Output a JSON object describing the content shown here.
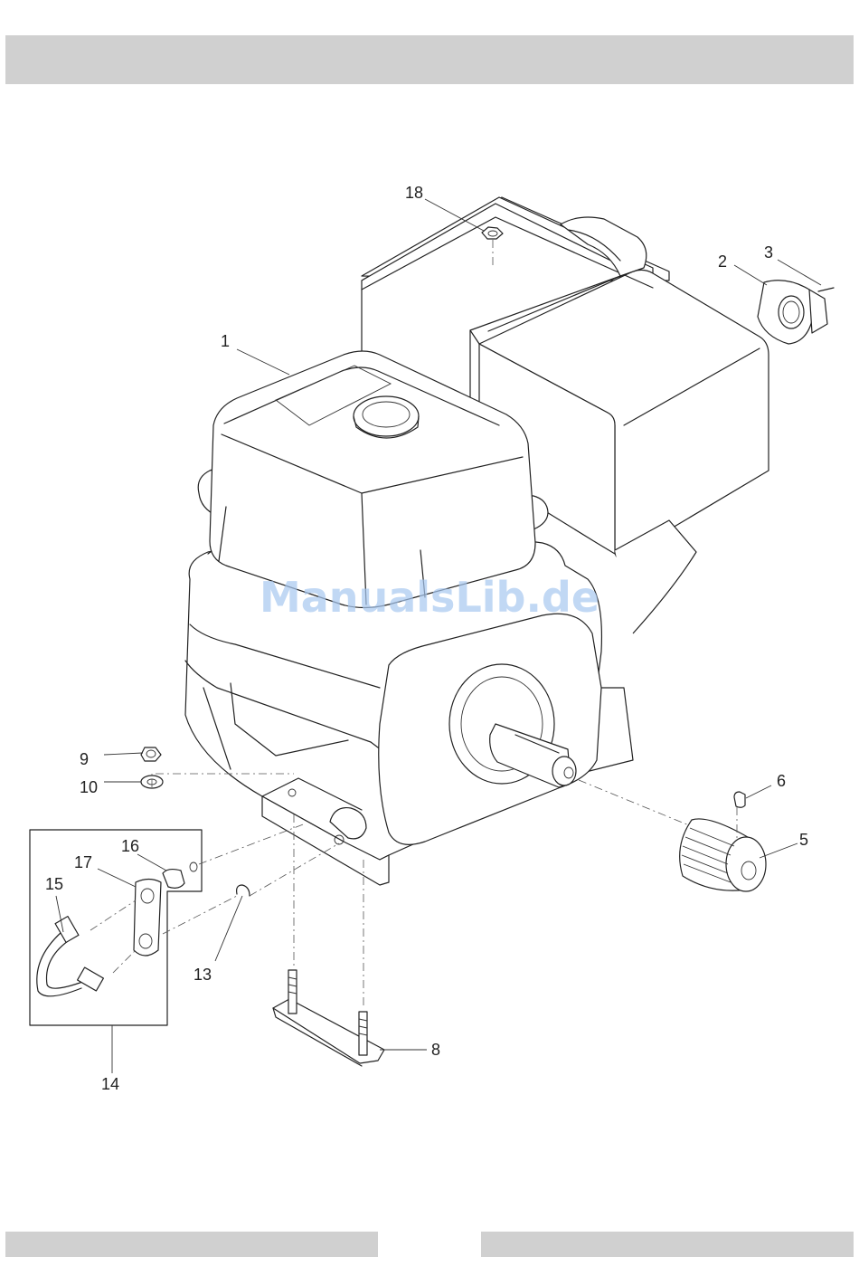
{
  "callouts": [
    {
      "id": "1",
      "label": "1"
    },
    {
      "id": "2",
      "label": "2"
    },
    {
      "id": "3",
      "label": "3"
    },
    {
      "id": "5",
      "label": "5"
    },
    {
      "id": "6",
      "label": "6"
    },
    {
      "id": "8",
      "label": "8"
    },
    {
      "id": "9",
      "label": "9"
    },
    {
      "id": "10",
      "label": "10"
    },
    {
      "id": "13",
      "label": "13"
    },
    {
      "id": "14",
      "label": "14"
    },
    {
      "id": "15",
      "label": "15"
    },
    {
      "id": "16",
      "label": "16"
    },
    {
      "id": "17",
      "label": "17"
    },
    {
      "id": "18",
      "label": "18"
    }
  ],
  "watermark": "ManualsLib.de"
}
